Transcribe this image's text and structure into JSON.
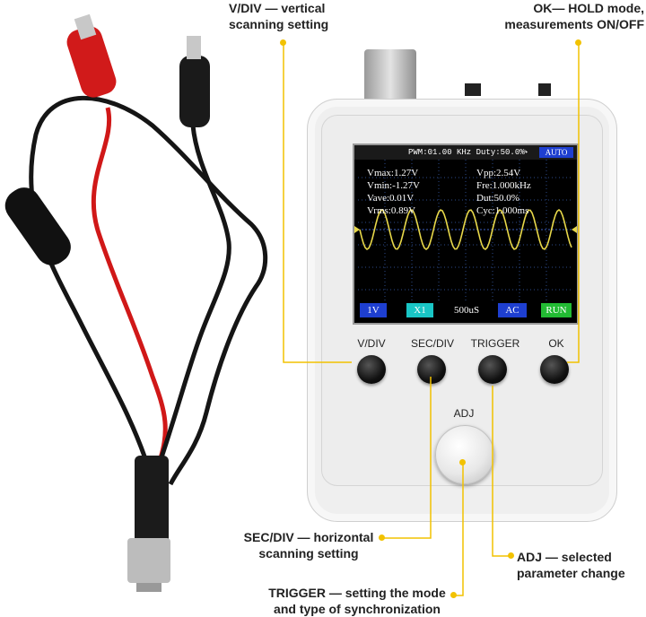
{
  "callouts": {
    "vdiv": {
      "line1": "V/DIV — vertical",
      "line2": "scanning setting"
    },
    "ok": {
      "line1": "OK— HOLD mode,",
      "line2": "measurements ON/OFF"
    },
    "secdiv": {
      "line1": "SEC/DIV — horizontal",
      "line2": "scanning setting"
    },
    "adj": {
      "line1": "ADJ — selected",
      "line2": "parameter change"
    },
    "trigger": {
      "line1": "TRIGGER — setting the mode",
      "line2": "and type of synchronization"
    }
  },
  "device": {
    "buttons": {
      "vdiv": "V/DIV",
      "secdiv": "SEC/DIV",
      "trigger": "TRIGGER",
      "ok": "OK"
    },
    "adj_label": "ADJ"
  },
  "screen": {
    "top_status": "PWM:01.00 KHz Duty:50.0%",
    "mode": "AUTO",
    "measurements_left": [
      "Vmax:1.27V",
      "Vmin:-1.27V",
      "Vave:0.01V",
      "Vrms:0.89V"
    ],
    "measurements_right": [
      "Vpp:2.54V",
      "Fre:1.000kHz",
      "Dut:50.0%",
      "Cyc:1.000ms"
    ],
    "bottom": {
      "volt": "1V",
      "probe": "X1",
      "time": "500uS",
      "coupling": "AC",
      "state": "RUN"
    }
  },
  "colors": {
    "accent_yellow": "#f2c200",
    "wave": "#e8d84a",
    "screen_blue": "#1e3fd0",
    "cyan": "#19c6c6",
    "run_green": "#22bb33"
  }
}
